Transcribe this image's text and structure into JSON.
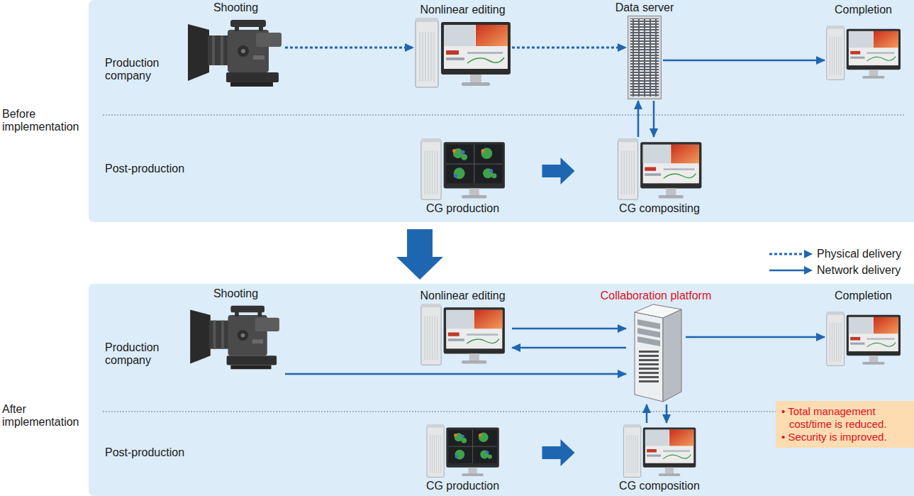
{
  "diagram": {
    "nodes": [
      {
        "text": [
          "Before implementation"
        ]
      },
      {
        "text": [
          "Shooting"
        ],
        "in": 0
      },
      {
        "text": [
          "Nonlinear editing"
        ],
        "in": 0
      },
      {
        "text": [
          "Data server"
        ],
        "in": 0
      },
      {
        "text": [
          "Completion"
        ],
        "in": 0
      },
      {
        "text": [
          "CG production"
        ],
        "in": 0
      },
      {
        "text": [
          "CG compositing"
        ],
        "in": 0
      },
      {
        "text": [
          "After implementation"
        ]
      },
      {
        "text": [
          "Shooting"
        ],
        "in": 7
      },
      {
        "text": [
          "Nonlinear editing"
        ],
        "in": 7
      },
      {
        "text": [
          "Collaboration platform"
        ],
        "in": 7
      },
      {
        "text": [
          "Completion"
        ],
        "in": 7
      },
      {
        "text": [
          "CG production"
        ],
        "in": 7
      },
      {
        "text": [
          "CG composition"
        ],
        "in": 7
      },
      {
        "text": [
          "• Total management cost/time is reduced.",
          "• Security is improved."
        ],
        "in": 7
      }
    ],
    "edges": [
      {
        "from": 1,
        "to": 2,
        "arrow": "to"
      },
      {
        "from": 2,
        "to": 3,
        "arrow": "to"
      },
      {
        "from": 3,
        "to": 4,
        "arrow": "to"
      },
      {
        "from": 6,
        "to": 3,
        "arrow": "to"
      },
      {
        "from": 3,
        "to": 6,
        "arrow": "to"
      },
      {
        "from": 5,
        "to": 6,
        "arrow": "to"
      },
      {
        "from": 0,
        "to": 7,
        "arrow": "to"
      },
      {
        "from": 9,
        "to": 10,
        "arrow": "to"
      },
      {
        "from": 10,
        "to": 9,
        "arrow": "to"
      },
      {
        "from": 8,
        "to": 10,
        "arrow": "to"
      },
      {
        "from": 10,
        "to": 11,
        "arrow": "to"
      },
      {
        "from": 13,
        "to": 10,
        "arrow": "to"
      },
      {
        "from": 10,
        "to": 13,
        "arrow": "to"
      },
      {
        "from": 12,
        "to": 13,
        "arrow": "to"
      }
    ],
    "labels": [
      "Production company",
      "Post-production",
      "Production company",
      "Post-production"
    ],
    "legend": [
      {
        "text": "Physical delivery"
      },
      {
        "text": "Network delivery"
      }
    ]
  }
}
